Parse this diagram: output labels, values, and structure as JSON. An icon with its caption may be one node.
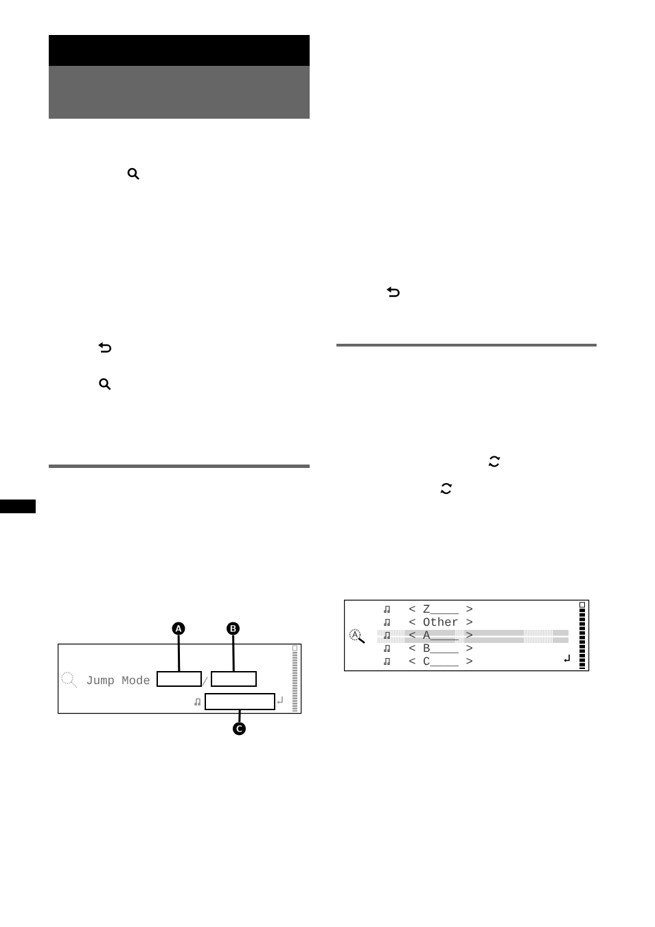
{
  "diagram": {
    "nodes": [
      {
        "text": [
          "A"
        ]
      },
      {
        "text": [
          "B"
        ]
      },
      {
        "text": [
          "Jump Mode"
        ]
      },
      {
        "text": [],
        "shape": "box",
        "in": 2
      },
      {
        "text": [],
        "shape": "box",
        "in": 2
      },
      {
        "text": [],
        "shape": "box",
        "in": 2
      },
      {
        "text": [
          "C"
        ]
      },
      {
        "text": [
          "< Z____ >",
          "< Other >",
          "< A____ >",
          "< B____ >",
          "< C____ >"
        ]
      }
    ],
    "edges": [
      {
        "from": 0,
        "to": 3,
        "arrow": "none"
      },
      {
        "from": 1,
        "to": 4,
        "arrow": "none"
      },
      {
        "from": 6,
        "to": 5,
        "arrow": "none"
      }
    ],
    "labels": [
      "/"
    ]
  }
}
